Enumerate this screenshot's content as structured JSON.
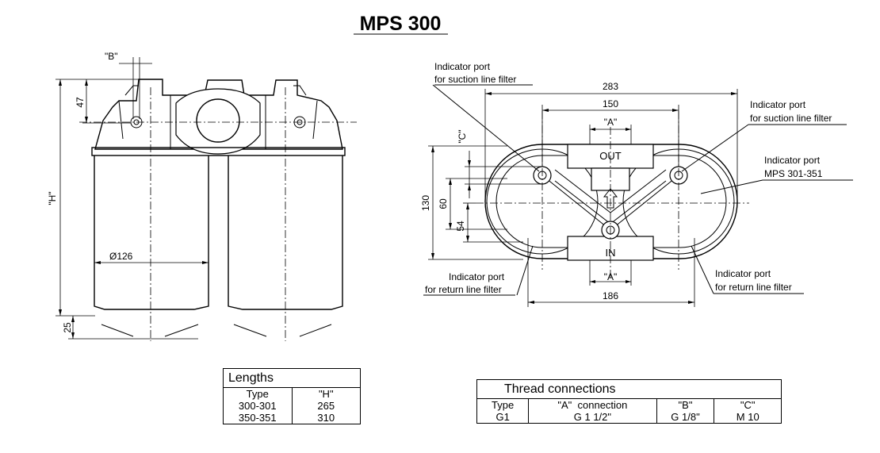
{
  "title": "MPS 300",
  "side_view": {
    "dim_b": "\"B\"",
    "dim_47": "47",
    "dim_h": "\"H\"",
    "dim_diameter": "Ø126",
    "dim_25": "25"
  },
  "top_view": {
    "callout_suction_left": [
      "Indicator port",
      "for suction line filter"
    ],
    "callout_suction_right": [
      "Indicator port",
      "for suction line filter"
    ],
    "callout_mps": [
      "Indicator port",
      "MPS 301-351"
    ],
    "callout_return_left": [
      "Indicator port",
      "for return line filter"
    ],
    "callout_return_right": [
      "Indicator port",
      "for return line filter"
    ],
    "dim_283": "283",
    "dim_150": "150",
    "dim_a_top": "\"A\"",
    "dim_a_bottom": "\"A\"",
    "dim_c": "\"C\"",
    "dim_130": "130",
    "dim_60": "60",
    "dim_54": "54",
    "dim_186": "186",
    "label_out": "OUT",
    "label_in": "IN"
  },
  "lengths_table": {
    "heading": "Lengths",
    "columns": [
      "Type",
      "\"H\""
    ],
    "rows": [
      [
        "300-301",
        "265"
      ],
      [
        "350-351",
        "310"
      ]
    ]
  },
  "thread_table": {
    "heading": "Thread connections",
    "columns": [
      "Type",
      "\"A\"  connection",
      "\"B\"",
      "\"C\""
    ],
    "values": [
      "G1",
      "G 1 1/2\"",
      "G 1/8\"",
      "M 10"
    ]
  }
}
